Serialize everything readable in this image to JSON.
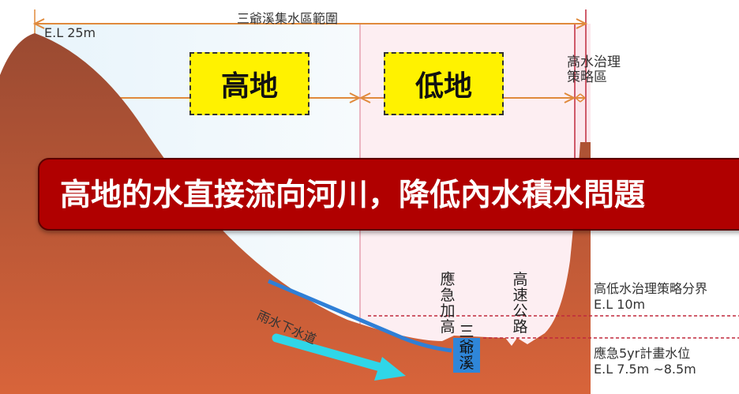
{
  "header": {
    "catchment_title": "三爺溪集水區範圍",
    "top_elevation": "E.L 25m"
  },
  "zones": {
    "highland": "高地",
    "lowland": "低地",
    "strategy_zone": "高水治理\n策略區"
  },
  "banner": {
    "text": "高地的水直接流向河川，降低內水積水問題"
  },
  "features": {
    "storm_sewer": "雨水下水道",
    "emergency_raise": "應急加高",
    "stream": "三爺溪",
    "highway": "高速公路"
  },
  "legend": {
    "boundary_label": "高低水治理策略分界",
    "boundary_elevation": "E.L 10m",
    "plan_level_label": "應急5yr計畫水位",
    "plan_level_elevation": "E.L 7.5m ~8.5m"
  },
  "colors": {
    "terrain": "#b85a3c",
    "banner": "#b00000",
    "zone_box": "#fff200",
    "flow_arrow": "#2fd6e8",
    "sewer": "#2f7fd6",
    "dimension": "#e08a3c"
  }
}
